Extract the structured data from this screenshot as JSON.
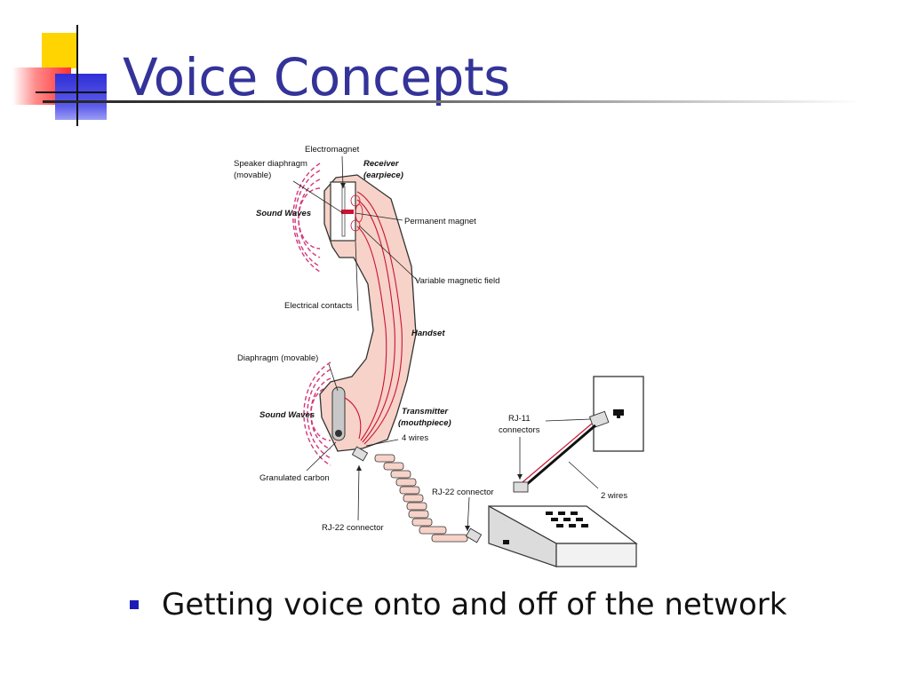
{
  "slide": {
    "title": "Voice Concepts",
    "bullets": [
      "Getting voice onto and off of the network"
    ]
  },
  "diagram": {
    "labels": {
      "electromagnet": "Electromagnet",
      "speaker_diaphragm_1": "Speaker diaphragm",
      "speaker_diaphragm_2": "(movable)",
      "receiver_1": "Receiver",
      "receiver_2": "(earpiece)",
      "sound_waves_top": "Sound Waves",
      "permanent_magnet": "Permanent magnet",
      "variable_magnetic_field": "Variable magnetic field",
      "electrical_contacts": "Electrical contacts",
      "handset": "Handset",
      "diaphragm_movable": "Diaphragm (movable)",
      "sound_waves_bottom": "Sound Waves",
      "transmitter_1": "Transmitter",
      "transmitter_2": "(mouthpiece)",
      "four_wires": "4 wires",
      "granulated_carbon": "Granulated carbon",
      "rj22_connector_handset": "RJ-22 connector",
      "rj22_connector_cord": "RJ-22 connector",
      "rj11_1": "RJ-11",
      "rj11_2": "connectors",
      "two_wires": "2 wires"
    }
  },
  "colors": {
    "title": "#333399",
    "bullet": "#1c1cb8",
    "handset_fill": "#f6d2c8",
    "wire_red": "#cc1133",
    "wave_pink": "#d2387a"
  }
}
